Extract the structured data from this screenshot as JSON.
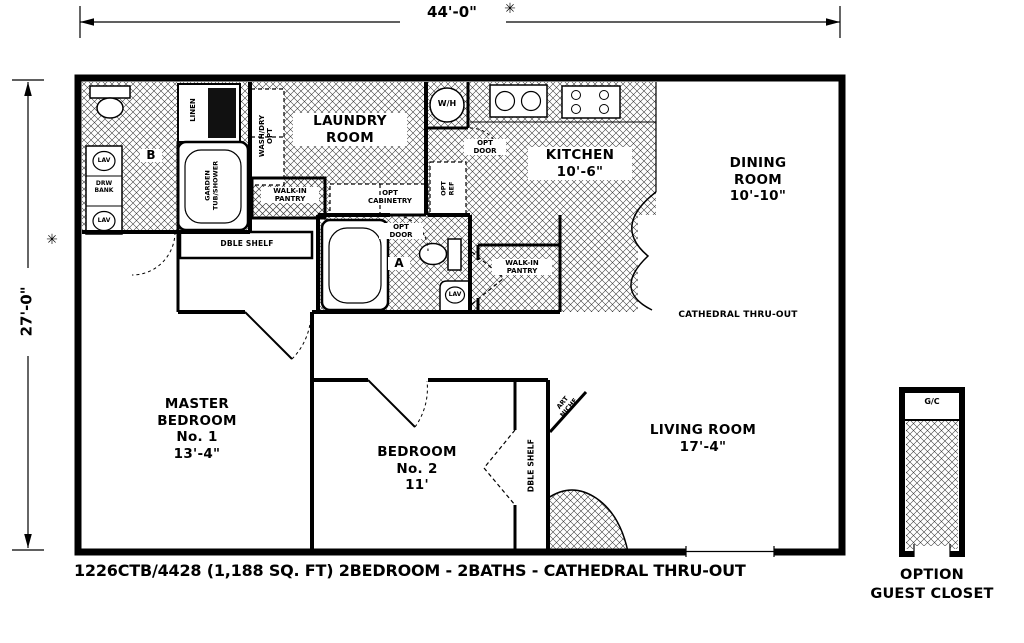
{
  "title": {
    "caption": "1226CTB/4428 (1,188 SQ. FT) 2BEDROOM - 2BATHS - CATHEDRAL THRU-OUT"
  },
  "dimensions": {
    "width": "44'-0\"",
    "height": "27'-0\"",
    "note_symbol": "✳"
  },
  "rooms": {
    "laundry": {
      "line1": "LAUNDRY",
      "line2": "ROOM"
    },
    "kitchen": {
      "name": "KITCHEN",
      "size": "10'-6\""
    },
    "dining": {
      "line1": "DINING",
      "line2": "ROOM",
      "size": "10'-10\""
    },
    "master_bedroom": {
      "line1": "MASTER",
      "line2": "BEDROOM",
      "number": "No. 1",
      "size": "13'-4\""
    },
    "bedroom2": {
      "line1": "BEDROOM",
      "number": "No. 2",
      "size": "11'"
    },
    "living": {
      "name": "LIVING ROOM",
      "size": "17'-4\""
    },
    "bath_a": "A",
    "bath_b": "B"
  },
  "features": {
    "linen": "LINEN",
    "wash_dry": "WASH/DRY",
    "opt": "OPT",
    "door": "DOOR",
    "ref": "REF",
    "cabinetry": "CABINETRY",
    "water_heater": "W/H",
    "walk_in": "WALK-IN",
    "pantry": "PANTRY",
    "dble_shelf": "DBLE SHELF",
    "garden": "GARDEN",
    "tub_shower": "TUB/SHOWER",
    "drw": "DRW",
    "bank": "BANK",
    "lav": "LAV",
    "cathedral": "CATHEDRAL THRU-OUT",
    "art": "ART",
    "niche": "NICHE",
    "guest_closet_shelf": "G/C"
  },
  "option": {
    "line1": "OPTION",
    "line2": "GUEST CLOSET"
  },
  "colors": {
    "ink": "#000000",
    "background": "#ffffff"
  }
}
